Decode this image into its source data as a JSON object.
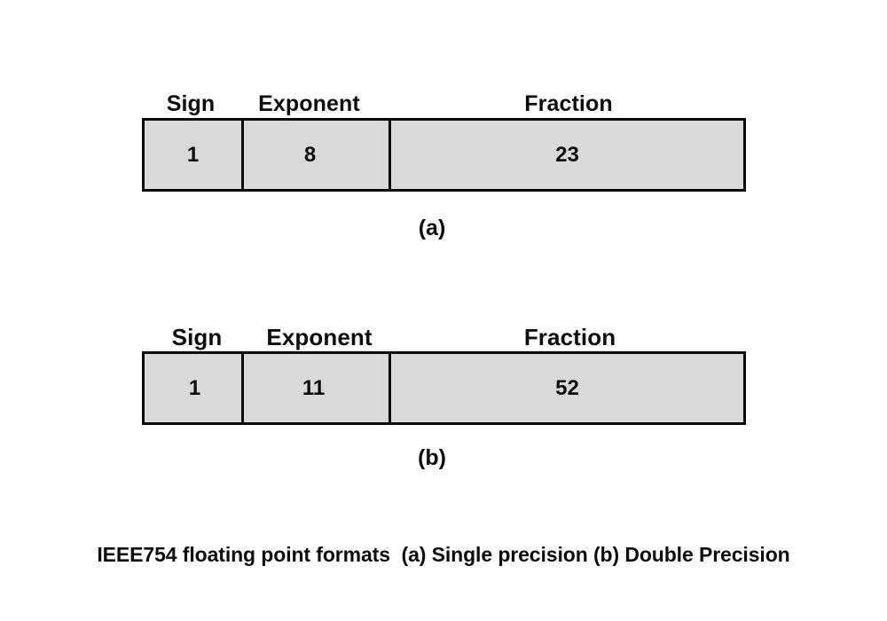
{
  "figure": {
    "background_color": "#ffffff",
    "cell_fill_color": "#d9d9d9",
    "border_color": "#0a0a0a",
    "text_color": "#0d0d0d",
    "caption": "IEEE754 floating point formats  (a) Single precision (b) Double Precision"
  },
  "formats": [
    {
      "id": "single-precision",
      "sub_label": "(a)",
      "headers": {
        "sign": "Sign",
        "exponent": "Exponent",
        "fraction": "Fraction"
      },
      "bit_widths": {
        "sign": "1",
        "exponent": "8",
        "fraction": "23"
      }
    },
    {
      "id": "double-precision",
      "sub_label": "(b)",
      "headers": {
        "sign": "Sign",
        "exponent": "Exponent",
        "fraction": "Fraction"
      },
      "bit_widths": {
        "sign": "1",
        "exponent": "11",
        "fraction": "52"
      }
    }
  ]
}
